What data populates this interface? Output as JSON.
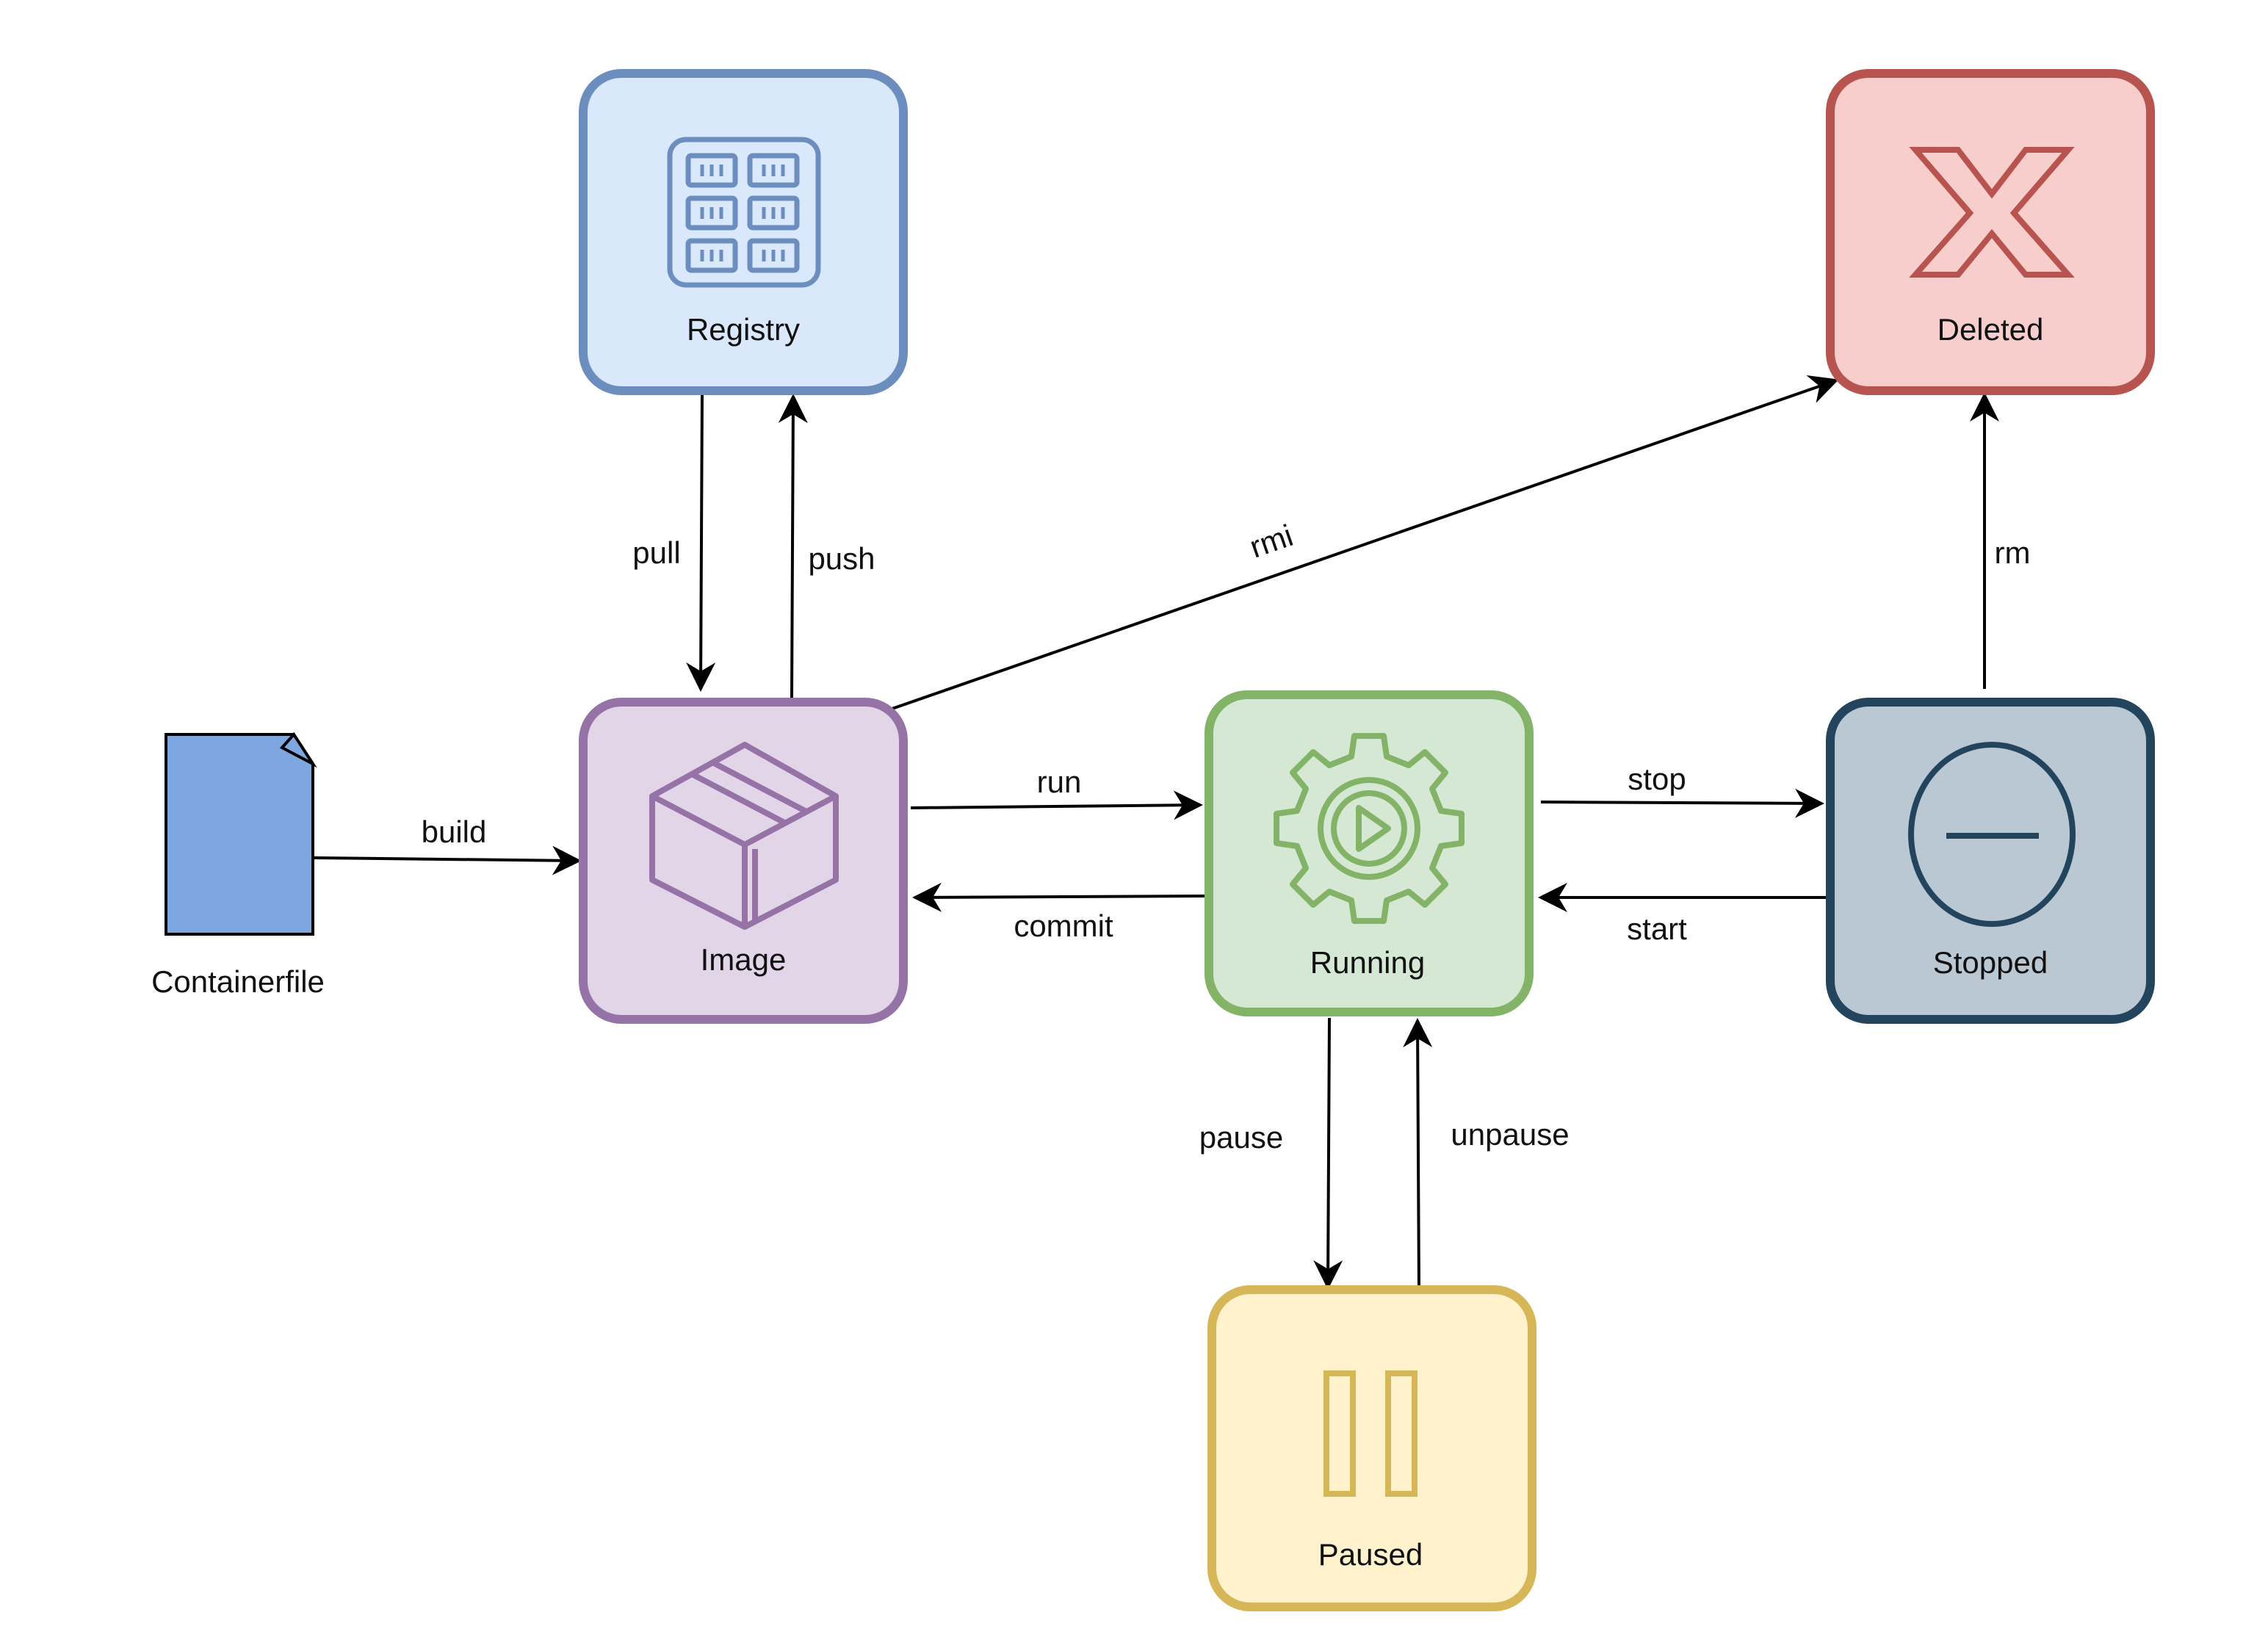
{
  "nodes": {
    "registry": {
      "label": "Registry",
      "icon": "registry-grid-icon",
      "fill": "#dae8fc",
      "stroke": "#6c8ebf"
    },
    "deleted": {
      "label": "Deleted",
      "icon": "x-icon",
      "fill": "#f8cecc",
      "stroke": "#b85450"
    },
    "image": {
      "label": "Image",
      "icon": "box-icon",
      "fill": "#e1d5e7",
      "stroke": "#9673a6"
    },
    "running": {
      "label": "Running",
      "icon": "gear-play-icon",
      "fill": "#d5e8d4",
      "stroke": "#82b366"
    },
    "stopped": {
      "label": "Stopped",
      "icon": "minus-circle-icon",
      "fill": "#bac8d3",
      "stroke": "#23445d"
    },
    "paused": {
      "label": "Paused",
      "icon": "pause-icon",
      "fill": "#fff2cc",
      "stroke": "#d6b656"
    },
    "containerfile": {
      "label": "Containerfile",
      "icon": "document-icon",
      "fill": "#7ea6e0",
      "stroke": "#000000"
    }
  },
  "edges": {
    "pull": "pull",
    "push": "push",
    "rmi": "rmi",
    "build": "build",
    "run": "run",
    "commit": "commit",
    "stop": "stop",
    "start": "start",
    "rm": "rm",
    "pause": "pause",
    "unpause": "unpause"
  }
}
